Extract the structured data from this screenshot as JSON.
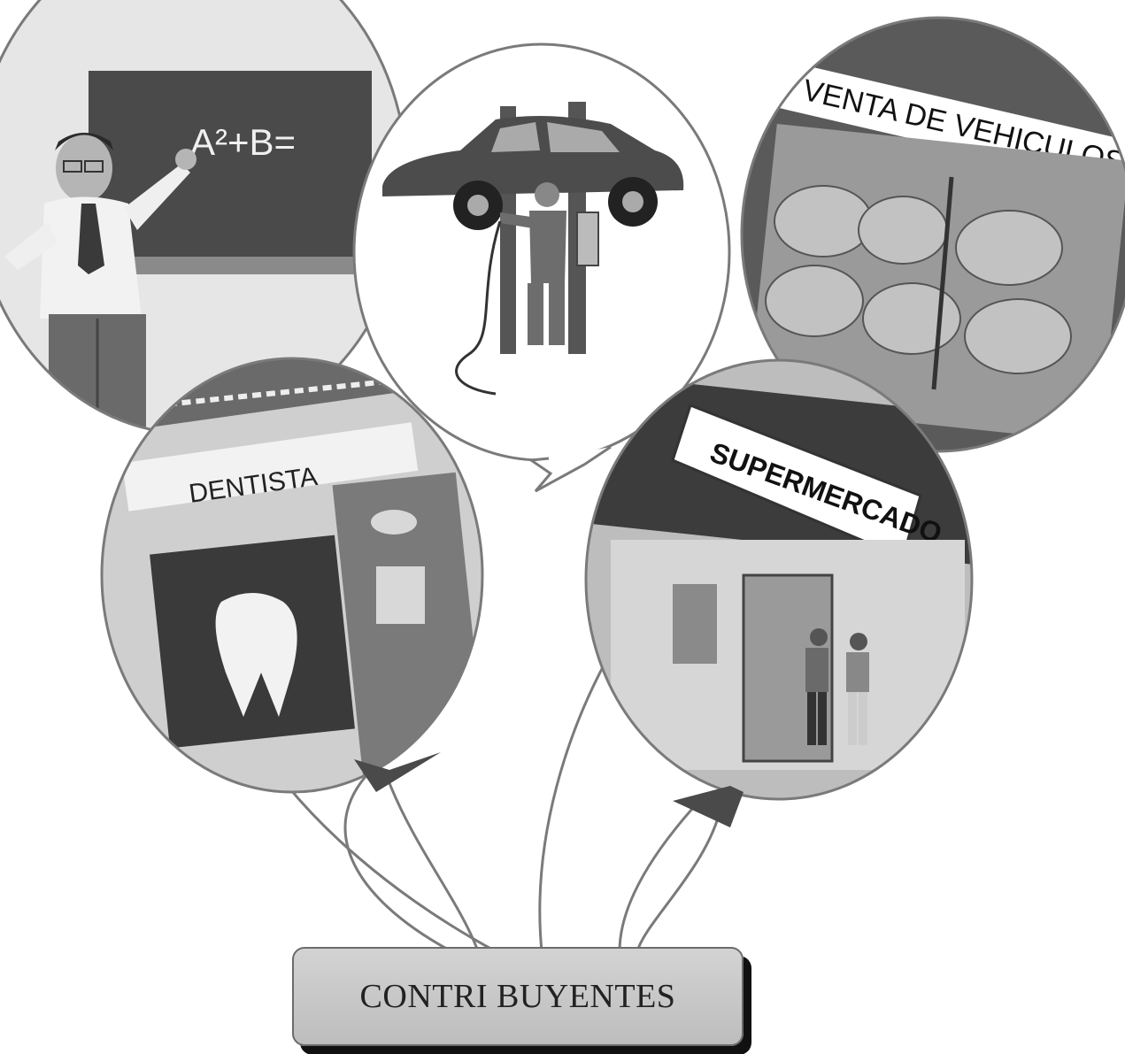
{
  "balloons": {
    "teacher": {
      "formula": "A²+B="
    },
    "mechanic": {},
    "dealership": {
      "sign": "VENTA DE VEHICULOS"
    },
    "dentist": {
      "sign": "DENTISTA"
    },
    "supermarket": {
      "sign": "SUPERMERCADO"
    }
  },
  "label": {
    "text": "CONTRI BUYENTES"
  },
  "colors": {
    "outline": "#7a7a7a",
    "dark": "#3a3a3a",
    "mid": "#8d8d8d",
    "light": "#d9d9d9"
  }
}
